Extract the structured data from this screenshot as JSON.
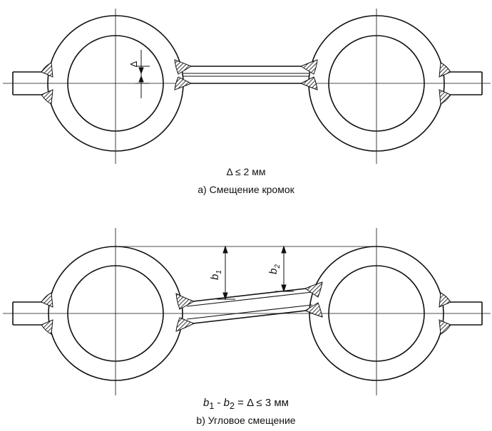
{
  "panel_a": {
    "gap_symbol": "Δ",
    "formula": "Δ ≤ 2 мм",
    "caption": "a) Смещение кромок"
  },
  "panel_b": {
    "label_b1_base": "b",
    "label_b1_sub": "1",
    "label_b2_base": "b",
    "label_b2_sub": "2",
    "formula_b1_base": "b",
    "formula_b1_sub": "1",
    "formula_minus": " - ",
    "formula_b2_base": "b",
    "formula_b2_sub": "2",
    "formula_rest": " = Δ ≤ 3 мм",
    "caption": "b) Угловое смещение"
  },
  "colors": {
    "line": "#111111",
    "hatch": "#333333",
    "background": "#ffffff"
  }
}
